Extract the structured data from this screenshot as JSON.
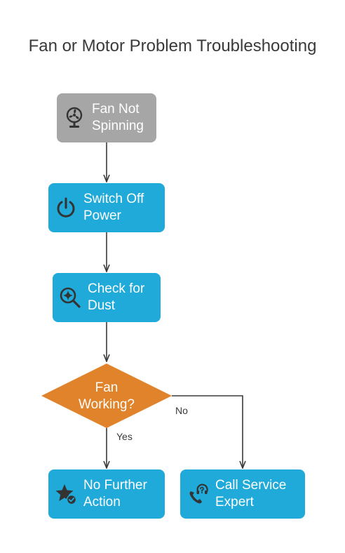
{
  "title": "Fan or Motor Problem Troubleshooting",
  "colors": {
    "start": "#a6a6a6",
    "process": "#1faad9",
    "decision": "#e0832b",
    "arrow": "#3a3a3a",
    "icon": "#333333"
  },
  "nodes": {
    "fan_not_spinning": {
      "label": "Fan Not\nSpinning",
      "icon": "fan-icon"
    },
    "switch_off_power": {
      "label": "Switch Off\nPower",
      "icon": "power-icon"
    },
    "check_for_dust": {
      "label": "Check for\nDust",
      "icon": "inspect-icon"
    },
    "fan_working": {
      "label": "Fan\nWorking?"
    },
    "no_further_action": {
      "label": "No Further\nAction",
      "icon": "star-check-icon"
    },
    "call_service_expert": {
      "label": "Call Service\nExpert",
      "icon": "support-phone-icon"
    }
  },
  "edges": {
    "yes": "Yes",
    "no": "No"
  }
}
